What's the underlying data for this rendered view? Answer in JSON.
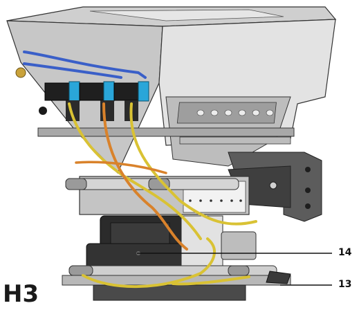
{
  "figure": {
    "label": "H3",
    "callouts": [
      {
        "number": "14"
      },
      {
        "number": "13"
      }
    ]
  },
  "colors": {
    "steel_light": "#d9d9d9",
    "steel_mid": "#b3b3b3",
    "steel_dark": "#7f7f7f",
    "black_part": "#2b2b2b",
    "air_line_blue": "#3a5fc8",
    "air_line_yellow": "#d9c234",
    "air_line_orange": "#d9822b",
    "valve_blue": "#2aa6d9",
    "brass": "#c9a23a"
  },
  "icons": {
    "figure": "pneumatic-hopper-assembly-drawing"
  }
}
